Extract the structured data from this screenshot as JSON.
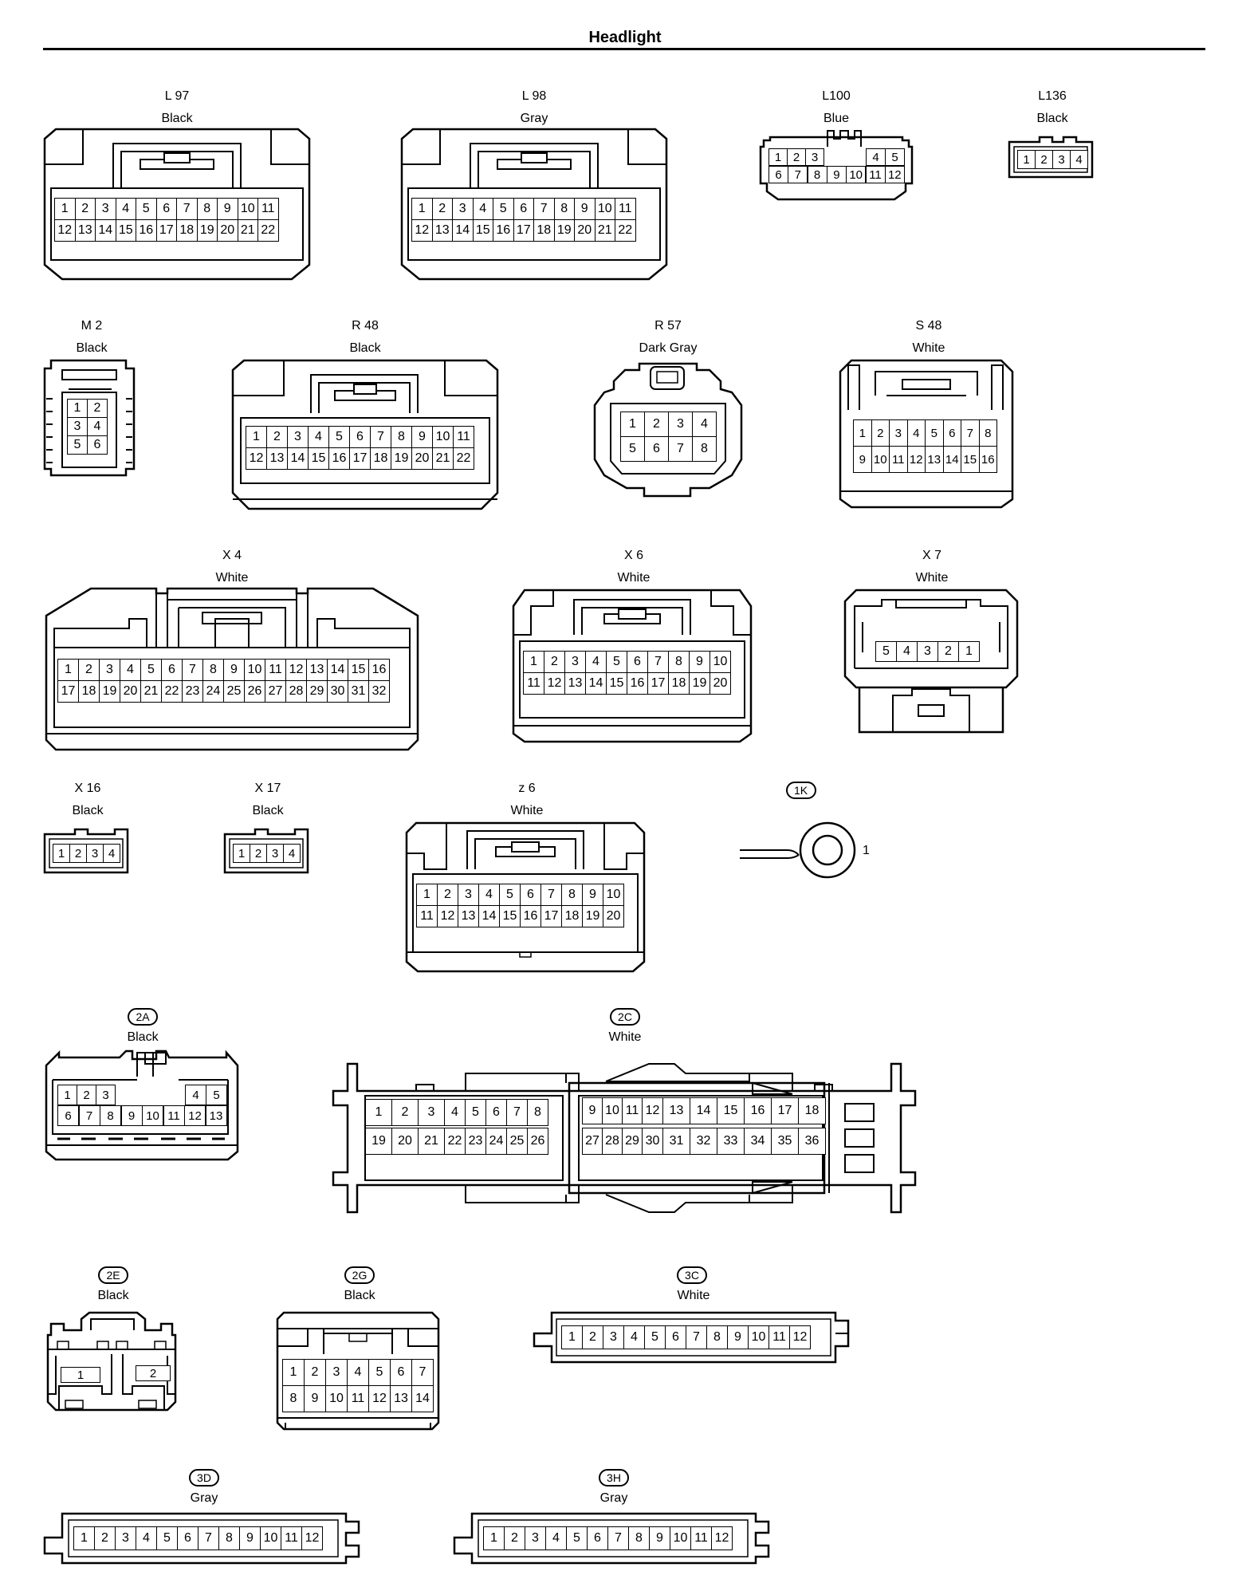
{
  "title": "Headlight",
  "connectors": {
    "L97": {
      "code": "L 97",
      "color": "Black"
    },
    "L98": {
      "code": "L 98",
      "color": "Gray"
    },
    "L100": {
      "code": "L100",
      "color": "Blue"
    },
    "L136": {
      "code": "L136",
      "color": "Black"
    },
    "M2": {
      "code": "M 2",
      "color": "Black"
    },
    "R48": {
      "code": "R 48",
      "color": "Black"
    },
    "R57": {
      "code": "R 57",
      "color": "Dark Gray"
    },
    "S48": {
      "code": "S 48",
      "color": "White"
    },
    "X4": {
      "code": "X 4",
      "color": "White"
    },
    "X6": {
      "code": "X 6",
      "color": "White"
    },
    "X7": {
      "code": "X 7",
      "color": "White"
    },
    "X16": {
      "code": "X 16",
      "color": "Black"
    },
    "X17": {
      "code": "X 17",
      "color": "Black"
    },
    "z6": {
      "code": "z 6",
      "color": "White"
    },
    "1K": {
      "code": "1K",
      "terminal": "1"
    },
    "2A": {
      "code": "2A",
      "color": "Black"
    },
    "2C": {
      "code": "2C",
      "color": "White"
    },
    "2E": {
      "code": "2E",
      "color": "Black"
    },
    "2G": {
      "code": "2G",
      "color": "Black"
    },
    "3C": {
      "code": "3C",
      "color": "White"
    },
    "3D": {
      "code": "3D",
      "color": "Gray"
    },
    "3H": {
      "code": "3H",
      "color": "Gray"
    }
  },
  "pins": {
    "L97": [
      [
        "1",
        "2",
        "3",
        "4",
        "5",
        "6",
        "7",
        "8",
        "9",
        "10",
        "11"
      ],
      [
        "12",
        "13",
        "14",
        "15",
        "16",
        "17",
        "18",
        "19",
        "20",
        "21",
        "22"
      ]
    ],
    "L98": [
      [
        "1",
        "2",
        "3",
        "4",
        "5",
        "6",
        "7",
        "8",
        "9",
        "10",
        "11"
      ],
      [
        "12",
        "13",
        "14",
        "15",
        "16",
        "17",
        "18",
        "19",
        "20",
        "21",
        "22"
      ]
    ],
    "L100": [
      [
        "1",
        "2",
        "3",
        "4",
        "5"
      ],
      [
        "6",
        "7",
        "8",
        "9",
        "10",
        "11",
        "12"
      ]
    ],
    "L136": [
      [
        "1",
        "2",
        "3",
        "4"
      ]
    ],
    "M2": [
      [
        "1",
        "2"
      ],
      [
        "3",
        "4"
      ],
      [
        "5",
        "6"
      ]
    ],
    "R48": [
      [
        "1",
        "2",
        "3",
        "4",
        "5",
        "6",
        "7",
        "8",
        "9",
        "10",
        "11"
      ],
      [
        "12",
        "13",
        "14",
        "15",
        "16",
        "17",
        "18",
        "19",
        "20",
        "21",
        "22"
      ]
    ],
    "R57": [
      [
        "1",
        "2",
        "3",
        "4"
      ],
      [
        "5",
        "6",
        "7",
        "8"
      ]
    ],
    "S48": [
      [
        "1",
        "2",
        "3",
        "4",
        "5",
        "6",
        "7",
        "8"
      ],
      [
        "9",
        "10",
        "11",
        "12",
        "13",
        "14",
        "15",
        "16"
      ]
    ],
    "X4": [
      [
        "1",
        "2",
        "3",
        "4",
        "5",
        "6",
        "7",
        "8",
        "9",
        "10",
        "11",
        "12",
        "13",
        "14",
        "15",
        "16"
      ],
      [
        "17",
        "18",
        "19",
        "20",
        "21",
        "22",
        "23",
        "24",
        "25",
        "26",
        "27",
        "28",
        "29",
        "30",
        "31",
        "32"
      ]
    ],
    "X6": [
      [
        "1",
        "2",
        "3",
        "4",
        "5",
        "6",
        "7",
        "8",
        "9",
        "10"
      ],
      [
        "11",
        "12",
        "13",
        "14",
        "15",
        "16",
        "17",
        "18",
        "19",
        "20"
      ]
    ],
    "X7": [
      [
        "5",
        "4",
        "3",
        "2",
        "1"
      ]
    ],
    "X16": [
      [
        "1",
        "2",
        "3",
        "4"
      ]
    ],
    "X17": [
      [
        "1",
        "2",
        "3",
        "4"
      ]
    ],
    "z6": [
      [
        "1",
        "2",
        "3",
        "4",
        "5",
        "6",
        "7",
        "8",
        "9",
        "10"
      ],
      [
        "11",
        "12",
        "13",
        "14",
        "15",
        "16",
        "17",
        "18",
        "19",
        "20"
      ]
    ],
    "2A": [
      [
        "1",
        "2",
        "3",
        "4",
        "5"
      ],
      [
        "6",
        "7",
        "8",
        "9",
        "10",
        "11",
        "12",
        "13"
      ]
    ],
    "2C": [
      [
        "1",
        "2",
        "3",
        "4",
        "5",
        "6",
        "7",
        "8",
        "9",
        "10",
        "11",
        "12",
        "13",
        "14",
        "15",
        "16",
        "17",
        "18"
      ],
      [
        "19",
        "20",
        "21",
        "22",
        "23",
        "24",
        "25",
        "26",
        "27",
        "28",
        "29",
        "30",
        "31",
        "32",
        "33",
        "34",
        "35",
        "36"
      ]
    ],
    "2E": [
      [
        "1",
        "2"
      ]
    ],
    "2G": [
      [
        "1",
        "2",
        "3",
        "4",
        "5",
        "6",
        "7"
      ],
      [
        "8",
        "9",
        "10",
        "11",
        "12",
        "13",
        "14"
      ]
    ],
    "3C": [
      [
        "1",
        "2",
        "3",
        "4",
        "5",
        "6",
        "7",
        "8",
        "9",
        "10",
        "11",
        "12"
      ]
    ],
    "3D": [
      [
        "1",
        "2",
        "3",
        "4",
        "5",
        "6",
        "7",
        "8",
        "9",
        "10",
        "11",
        "12"
      ]
    ],
    "3H": [
      [
        "1",
        "2",
        "3",
        "4",
        "5",
        "6",
        "7",
        "8",
        "9",
        "10",
        "11",
        "12"
      ]
    ]
  }
}
